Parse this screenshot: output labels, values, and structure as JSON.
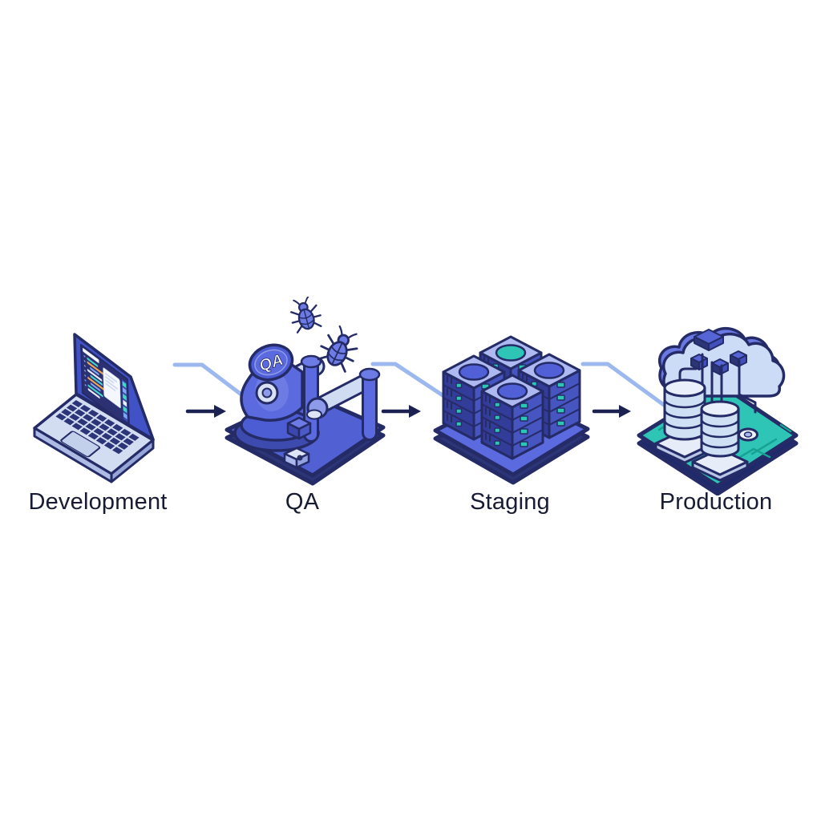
{
  "diagram": {
    "type": "deployment-pipeline-flow",
    "direction": "left-to-right"
  },
  "stages": [
    {
      "id": "development",
      "label": "Development",
      "icon": "laptop-code-icon"
    },
    {
      "id": "qa",
      "label": "QA",
      "icon": "bug-testing-rig-icon",
      "badge": "QA"
    },
    {
      "id": "staging",
      "label": "Staging",
      "icon": "server-stack-icon"
    },
    {
      "id": "production",
      "label": "Production",
      "icon": "cloud-infrastructure-icon"
    }
  ],
  "flow_arrows": [
    {
      "from": "Development",
      "to": "QA"
    },
    {
      "from": "QA",
      "to": "Staging"
    },
    {
      "from": "Staging",
      "to": "Production"
    }
  ],
  "palette": {
    "ink": "#171b33",
    "navy": "#242b66",
    "arrow": "#1b2150",
    "connector": "#9db8ee",
    "lid": "#4052c6",
    "screen": "#2b3173",
    "deck": "#d3ddf2",
    "keys": "#2c3577",
    "blue": "#5b6ade",
    "blueSoft": "#6d7ce4",
    "blueDeep": "#4353c4",
    "blueDark": "#333d99",
    "blueMid": "#4655c0",
    "periwinkle": "#adb9f0",
    "lightBlue": "#cfdcf2",
    "paleBlue": "#dce4f6",
    "teal": "#2ec4b6",
    "tealDark": "#18a294",
    "codeTeal": "#45d6c8",
    "codeOrange": "#f2a654",
    "codeBlue": "#7fa8f2",
    "cloud": "#cddcf6",
    "cloudShade": "#6a79e2",
    "platformQa": "#5160d2"
  }
}
